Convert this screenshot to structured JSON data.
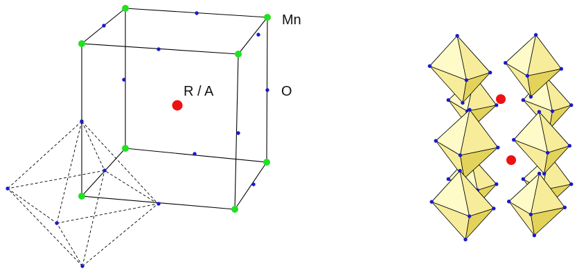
{
  "labels": {
    "mn": "Mn",
    "ra": "R / A",
    "o": "O"
  },
  "colors": {
    "mn_atom": "#22e022",
    "o_atom": "#1a1acc",
    "ra_atom": "#ee1111",
    "edge": "#000000",
    "octa_light": "#fffbc8",
    "octa_mid": "#f6ec9a",
    "octa_dark": "#e3d35a"
  }
}
